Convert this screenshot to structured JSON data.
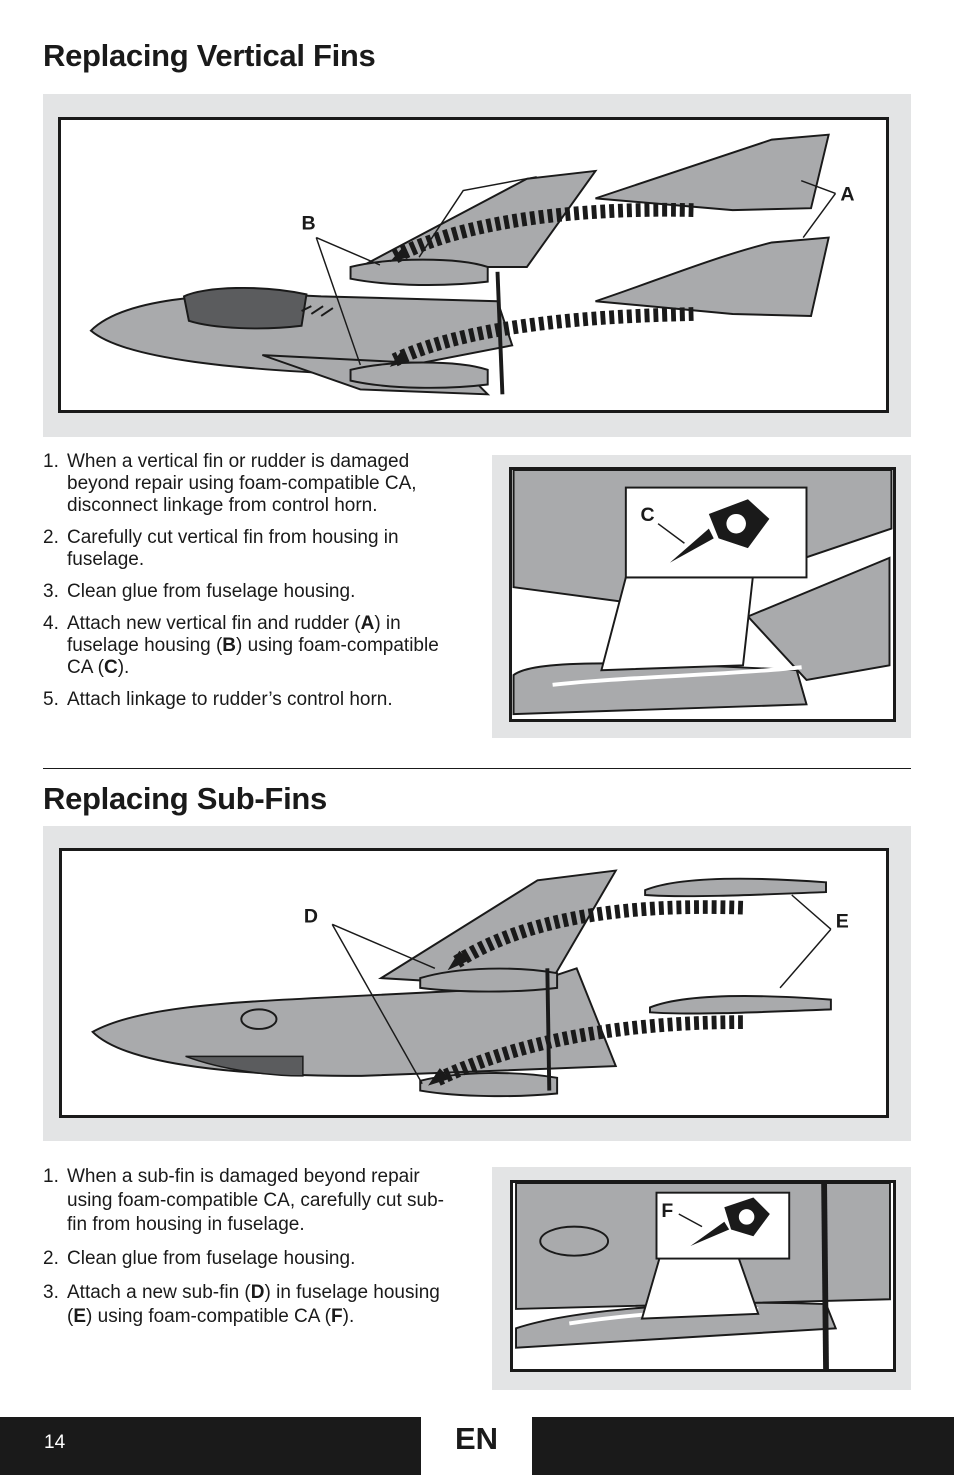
{
  "section1": {
    "title": "Replacing Vertical Fins",
    "callouts": {
      "a": "A",
      "b": "B",
      "c": "C"
    },
    "steps": [
      {
        "num": "1.",
        "text": "When a vertical fin or rudder is damaged beyond repair using foam-compatible CA, disconnect linkage from control horn."
      },
      {
        "num": "2.",
        "text": "Carefully cut vertical fin from housing in fuselage."
      },
      {
        "num": "3.",
        "text": "Clean glue from fuselage housing."
      },
      {
        "num": "4.",
        "p1": "Attach new vertical fin and rudder (",
        "b1": "A",
        "p2": ") in fuselage housing (",
        "b2": "B",
        "p3": ") using foam-compatible CA (",
        "b3": "C",
        "p4": ")."
      },
      {
        "num": "5.",
        "text": "Attach linkage to rudder’s control horn."
      }
    ]
  },
  "section2": {
    "title": "Replacing Sub-Fins",
    "callouts": {
      "d": "D",
      "e": "E",
      "f": "F"
    },
    "steps": [
      {
        "num": "1.",
        "text": "When a sub-fin is damaged beyond repair using foam-compatible CA, carefully cut sub-fin from housing in fuselage."
      },
      {
        "num": "2.",
        "text": "Clean glue from fuselage housing."
      },
      {
        "num": "3.",
        "p1": "Attach a new sub-fin (",
        "b1": "D",
        "p2": ") in fuselage housing (",
        "b2": "E",
        "p3": ") using foam-compatible CA (",
        "b3": "F",
        "p4": ")."
      }
    ]
  },
  "footer": {
    "page_number": "14",
    "language": "EN"
  },
  "colors": {
    "panel": "#e3e4e5",
    "airframe": "#a9aaac",
    "ink": "#1a1a1a"
  }
}
